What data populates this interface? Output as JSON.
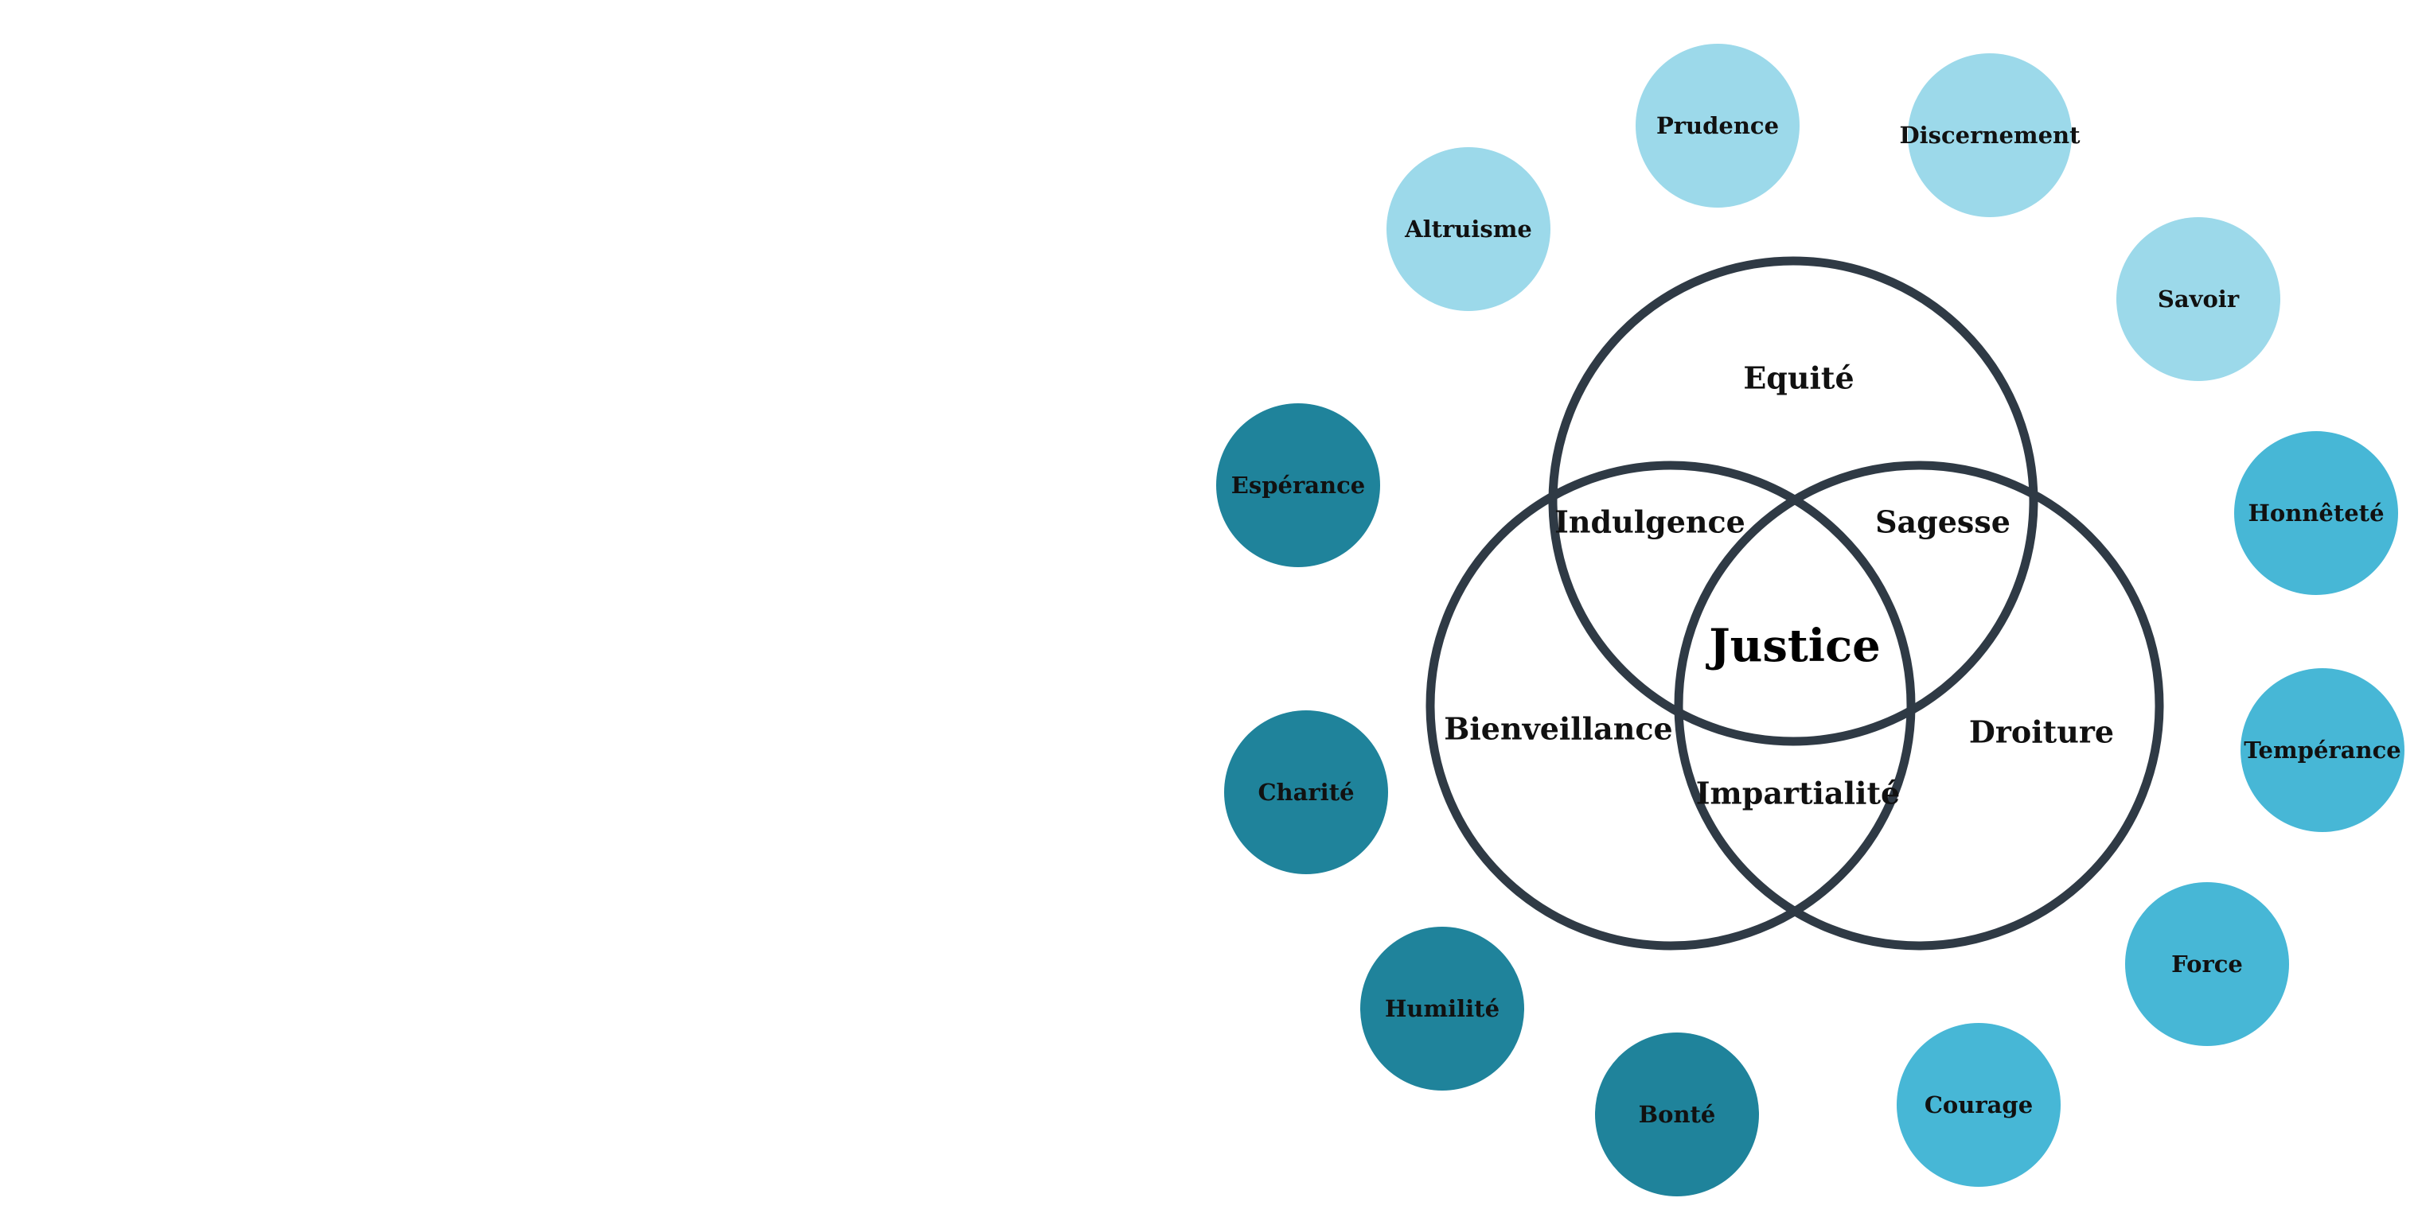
{
  "colors": {
    "light": "#9cd9ea",
    "medium": "#47b7d6",
    "dark": "#1f839b",
    "venn_stroke": "#2f3a45"
  },
  "venn": {
    "center": "Justice",
    "top": "Equité",
    "left": "Bienveillance",
    "right": "Droiture",
    "top_left": "Indulgence",
    "top_right": "Sagesse",
    "bottom": "Impartialité"
  },
  "virtues": [
    {
      "label": "Prudence",
      "tone": "light"
    },
    {
      "label": "Discernement",
      "tone": "light"
    },
    {
      "label": "Altruisme",
      "tone": "light"
    },
    {
      "label": "Savoir",
      "tone": "light"
    },
    {
      "label": "Honnêteté",
      "tone": "medium"
    },
    {
      "label": "Tempérance",
      "tone": "medium"
    },
    {
      "label": "Force",
      "tone": "medium"
    },
    {
      "label": "Courage",
      "tone": "medium"
    },
    {
      "label": "Espérance",
      "tone": "dark"
    },
    {
      "label": "Charité",
      "tone": "dark"
    },
    {
      "label": "Humilité",
      "tone": "dark"
    },
    {
      "label": "Bonté",
      "tone": "dark"
    }
  ]
}
